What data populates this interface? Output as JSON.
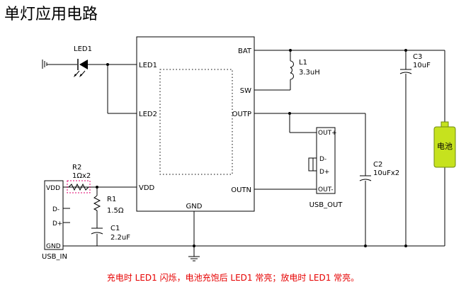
{
  "title": "单灯应用电路",
  "caption": "充电时 LED1 闪烁，电池充饱后 LED1 常亮；放电时 LED1 常亮。",
  "ic": {
    "pins_left": {
      "led1": "LED1",
      "led2": "LED2",
      "vdd": "VDD"
    },
    "pins_right": {
      "bat": "BAT",
      "sw": "SW",
      "outp": "OUTP",
      "outn": "OUTN"
    },
    "pin_bottom": {
      "gnd": "GND"
    }
  },
  "led": {
    "label": "LED1"
  },
  "inductor": {
    "ref": "L1",
    "value": "3.3uH"
  },
  "cap_c3": {
    "ref": "C3",
    "value": "10uF"
  },
  "cap_c2": {
    "ref": "C2",
    "value": "10uFx2"
  },
  "cap_c1": {
    "ref": "C1",
    "value": "2.2uF"
  },
  "res_r1": {
    "ref": "R1",
    "value": "1.5Ω"
  },
  "res_r2": {
    "ref": "R2",
    "value": "1Ωx2"
  },
  "battery": {
    "label": "电池"
  },
  "usb_out": {
    "name": "USB_OUT",
    "pins": [
      "OUT+",
      "D-",
      "D+",
      "OUT-"
    ]
  },
  "usb_in": {
    "name": "USB_IN",
    "pins": [
      "VDD",
      "D-",
      "D+",
      "GND"
    ]
  },
  "colors": {
    "line": "#000000",
    "caption": "#e60000",
    "battery_fill": "#c6e21e",
    "battery_stroke": "#6f8a12",
    "r2_box": "#e0006e"
  }
}
